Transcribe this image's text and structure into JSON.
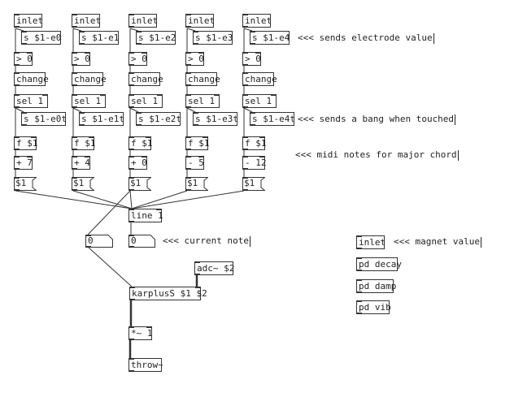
{
  "patch": {
    "columns": [
      {
        "inlet": "inlet",
        "send": "s $1-e0",
        "gt": "> 0",
        "change": "change",
        "sel": "sel 1",
        "send_t": "s $1-e0t",
        "f": "f $1",
        "op": "+ 7",
        "msg": "$1"
      },
      {
        "inlet": "inlet",
        "send": "s $1-e1",
        "gt": "> 0",
        "change": "change",
        "sel": "sel 1",
        "send_t": "s $1-e1t",
        "f": "f $1",
        "op": "+ 4",
        "msg": "$1"
      },
      {
        "inlet": "inlet",
        "send": "s $1-e2",
        "gt": "> 0",
        "change": "change",
        "sel": "sel 1",
        "send_t": "s $1-e2t",
        "f": "f $1",
        "op": "+ 0",
        "msg": "$1"
      },
      {
        "inlet": "inlet",
        "send": "s $1-e3",
        "gt": "> 0",
        "change": "change",
        "sel": "sel 1",
        "send_t": "s $1-e3t",
        "f": "f $1",
        "op": "- 5",
        "msg": "$1"
      },
      {
        "inlet": "inlet",
        "send": "s $1-e4",
        "gt": "> 0",
        "change": "change",
        "sel": "sel 1",
        "send_t": "s $1-e4t",
        "f": "f $1",
        "op": "- 12",
        "msg": "$1"
      }
    ],
    "comments": {
      "electrode": "<<< sends electrode value",
      "bang": "<<< sends a bang when touched",
      "midi": "<<< midi notes for major chord",
      "current_note": "<<< current note",
      "magnet": "<<< magnet value"
    },
    "line": "line 1",
    "number_left": "0",
    "number_current": "0",
    "adc": "adc~ $2",
    "karplus": "karplusS $1 $2",
    "mul": "*~ 1",
    "throw": "throw~",
    "right": {
      "inlet": "inlet",
      "pd_decay": "pd decay",
      "pd_damp": "pd damp",
      "pd_vib": "pd vib"
    }
  }
}
